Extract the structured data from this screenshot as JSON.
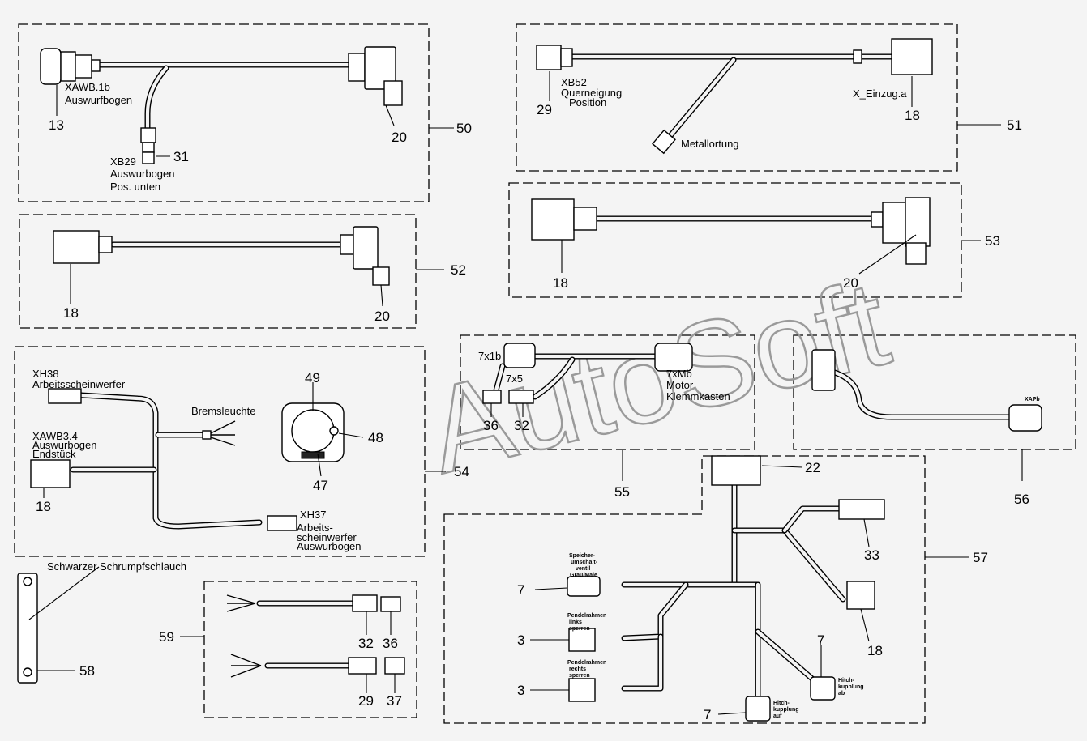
{
  "watermark": "AutoSoft",
  "labels": {
    "xawb1b": "XAWB.1b",
    "auswurfbogen": "Auswurfbogen",
    "xb29": "XB29",
    "auswurbogen": "Auswurbogen",
    "pos_unten": "Pos. unten",
    "xb52": "XB52",
    "querneigung": "Querneigung",
    "position": "Position",
    "x_einzug": "X_Einzug.a",
    "metallortung": "Metallortung",
    "xh38": "XH38",
    "arbeitsscheinwerfer": "Arbeitsscheinwerfer",
    "bremsleuchte": "Bremsleuchte",
    "xawb34": "XAWB3.4",
    "auswurbogen2": "Auswurbogen",
    "endstueck": "Endstück",
    "xh37": "XH37",
    "arbeits": "Arbeits-",
    "scheinwerfer": "scheinwerfer",
    "auswurbogen3": "Auswurbogen",
    "c7x1b": "7x1b",
    "c7x5": "7x5",
    "c7xmb": "7xMb",
    "motor": "Motor",
    "klemmkasten": "Klemmkasten",
    "xapb": "XAPb",
    "schwarzer": "Schwarzer Schrumpfschlauch",
    "speicher1": "Speicher-",
    "speicher2": "umschalt-",
    "speicher3": "ventil",
    "speicher4": "Grau/Male",
    "pendel_l1": "Pendelrahmen",
    "pendel_l2": "links",
    "pendel_l3": "sperren",
    "pendel_r1": "Pendelrahmen",
    "pendel_r2": "rechts",
    "pendel_r3": "sperren",
    "hitch_auf1": "Hitch-",
    "hitch_auf2": "kupplung",
    "hitch_auf3": "auf",
    "hitch_ab1": "Hitch-",
    "hitch_ab2": "kupplung",
    "hitch_ab3": "ab"
  },
  "callouts": {
    "n13": "13",
    "n20a": "20",
    "n50": "50",
    "n31": "31",
    "n29a": "29",
    "n18a": "18",
    "n51": "51",
    "n18b": "18",
    "n20b": "20",
    "n52": "52",
    "n18c": "18",
    "n20c": "20",
    "n53": "53",
    "n49": "49",
    "n48": "48",
    "n47": "47",
    "n18d": "18",
    "n54": "54",
    "n36a": "36",
    "n32a": "32",
    "n55": "55",
    "n56": "56",
    "n22": "22",
    "n33": "33",
    "n18e": "18",
    "n57": "57",
    "n7a": "7",
    "n3a": "3",
    "n3b": "3",
    "n7b": "7",
    "n7c": "7",
    "n58": "58",
    "n59": "59",
    "n32b": "32",
    "n36b": "36",
    "n29b": "29",
    "n37": "37"
  }
}
